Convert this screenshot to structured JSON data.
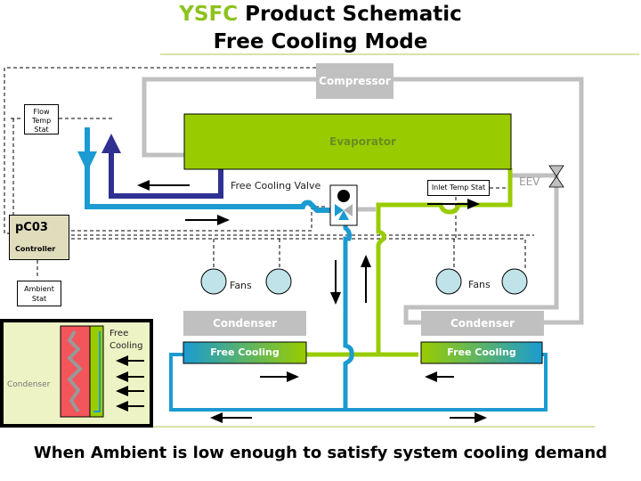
{
  "title": {
    "brand": "YSFC",
    "line1_rest": " Product Schematic",
    "line2": "Free Cooling Mode"
  },
  "components": {
    "compressor": "Compressor",
    "evaporator": "Evaporator",
    "flow_temp_stat": [
      "Flow",
      "Temp",
      "Stat"
    ],
    "free_cooling_valve": "Free Cooling Valve",
    "inlet_temp_stat": "Inlet Temp Stat",
    "eev": "EEV",
    "controller_model": "pC03",
    "controller_label": "Controller",
    "ambient_stat": [
      "Ambient",
      "Stat"
    ],
    "fans_left": "Fans",
    "fans_right": "Fans",
    "condenser_left": "Condenser",
    "condenser_right": "Condenser",
    "free_cooling_left": "Free Cooling",
    "free_cooling_right": "Free Cooling",
    "inset_free_cooling": [
      "Free",
      "Cooling"
    ],
    "inset_condenser": "Condenser"
  },
  "caption": "When Ambient is low enough to satisfy system cooling demand",
  "colors": {
    "brand_green": "#8dc21f",
    "evaporator_green": "#99cc00",
    "glycol_blue": "#1b9bd1",
    "return_navy": "#2e3192",
    "refrigerant_gray": "#c0c0c0",
    "controller_beige": "#e0ddbd",
    "inset_bg": "#eef3c5",
    "inset_red": "#f2555a",
    "fan_fill": "#bfe3e8"
  }
}
